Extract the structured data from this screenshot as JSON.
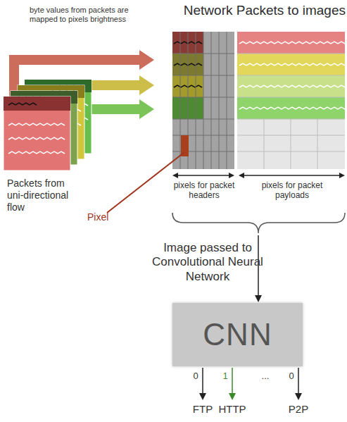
{
  "diagram": {
    "title": "Network Packets to images",
    "nodes": [
      {
        "text": [
          "CNN"
        ]
      }
    ],
    "labels": [
      "byte values from packets are mapped to pixels brightness",
      "Packets from uni-directional flow",
      "Pixel",
      "pixels for packet headers",
      "pixels for packet payloads",
      "Image passed to Convolutional Neural Network",
      "0",
      "1",
      "...",
      "0",
      "FTP",
      "HTTP",
      "P2P"
    ]
  }
}
